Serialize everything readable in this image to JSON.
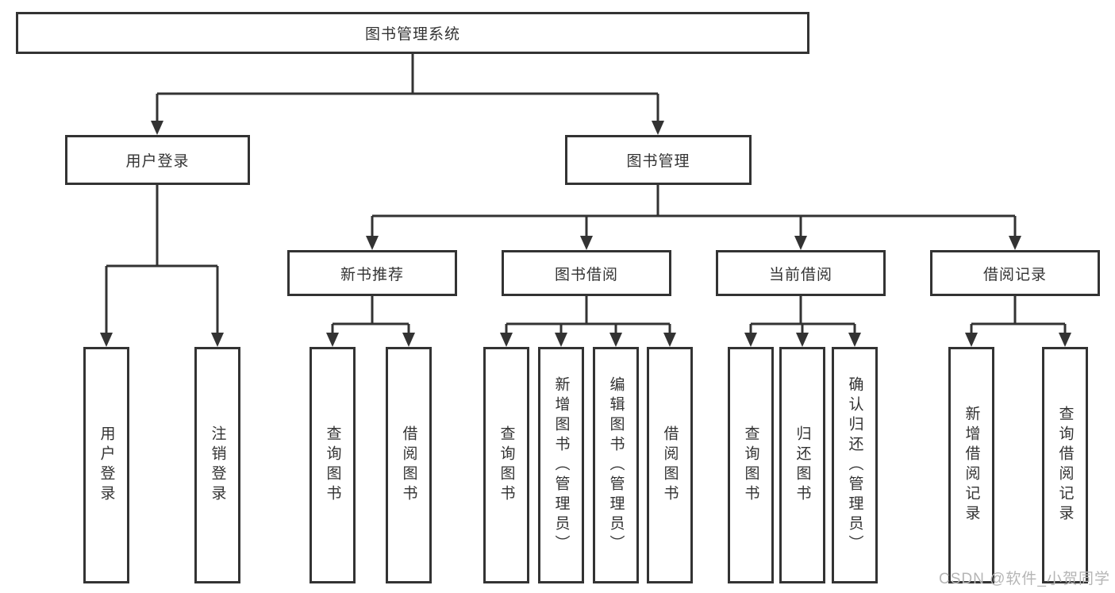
{
  "diagram": {
    "root": {
      "label": "图书管理系统"
    },
    "level2": [
      {
        "label": "用户登录"
      },
      {
        "label": "图书管理"
      }
    ],
    "level3": [
      {
        "label": "新书推荐"
      },
      {
        "label": "图书借阅"
      },
      {
        "label": "当前借阅"
      },
      {
        "label": "借阅记录"
      }
    ],
    "leaves": [
      {
        "label": "用户登录"
      },
      {
        "label": "注销登录"
      },
      {
        "label": "查询图书"
      },
      {
        "label": "借阅图书"
      },
      {
        "label": "查询图书"
      },
      {
        "label": "新增图书（管理员）"
      },
      {
        "label": "编辑图书（管理员）"
      },
      {
        "label": "借阅图书"
      },
      {
        "label": "查询图书"
      },
      {
        "label": "归还图书"
      },
      {
        "label": "确认归还（管理员）"
      },
      {
        "label": "新增借阅记录"
      },
      {
        "label": "查询借阅记录"
      }
    ],
    "edges": [
      {
        "from": "图书管理系统",
        "to": [
          "用户登录",
          "图书管理"
        ]
      },
      {
        "from": "用户登录",
        "to": [
          "用户登录",
          "注销登录"
        ]
      },
      {
        "from": "图书管理",
        "to": [
          "新书推荐",
          "图书借阅",
          "当前借阅",
          "借阅记录"
        ]
      },
      {
        "from": "新书推荐",
        "to": [
          "查询图书",
          "借阅图书"
        ]
      },
      {
        "from": "图书借阅",
        "to": [
          "查询图书",
          "新增图书（管理员）",
          "编辑图书（管理员）",
          "借阅图书"
        ]
      },
      {
        "from": "当前借阅",
        "to": [
          "查询图书",
          "归还图书",
          "确认归还（管理员）"
        ]
      },
      {
        "from": "借阅记录",
        "to": [
          "新增借阅记录",
          "查询借阅记录"
        ]
      }
    ],
    "colors": {
      "line": "#333333",
      "text": "#333333",
      "background": "#ffffff",
      "watermark": "#b5b5b5"
    }
  },
  "watermark": {
    "text": "CSDN @软件_小贺同学"
  }
}
